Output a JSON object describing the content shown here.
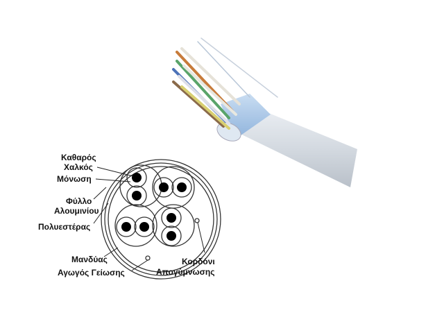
{
  "labels": {
    "clean_copper_1": "Καθαρός",
    "clean_copper_2": "Χαλκός",
    "insulation": "Μόνωση",
    "foil_1": "Φύλλο",
    "foil_2": "Αλουμινίου",
    "polyester": "Πολυεστέρας",
    "jacket": "Μανδύας",
    "drain_wire": "Αγωγός Γείωσης",
    "ripcord_1": "Κορδόνι",
    "ripcord_2": "Απογύμνωσης"
  }
}
